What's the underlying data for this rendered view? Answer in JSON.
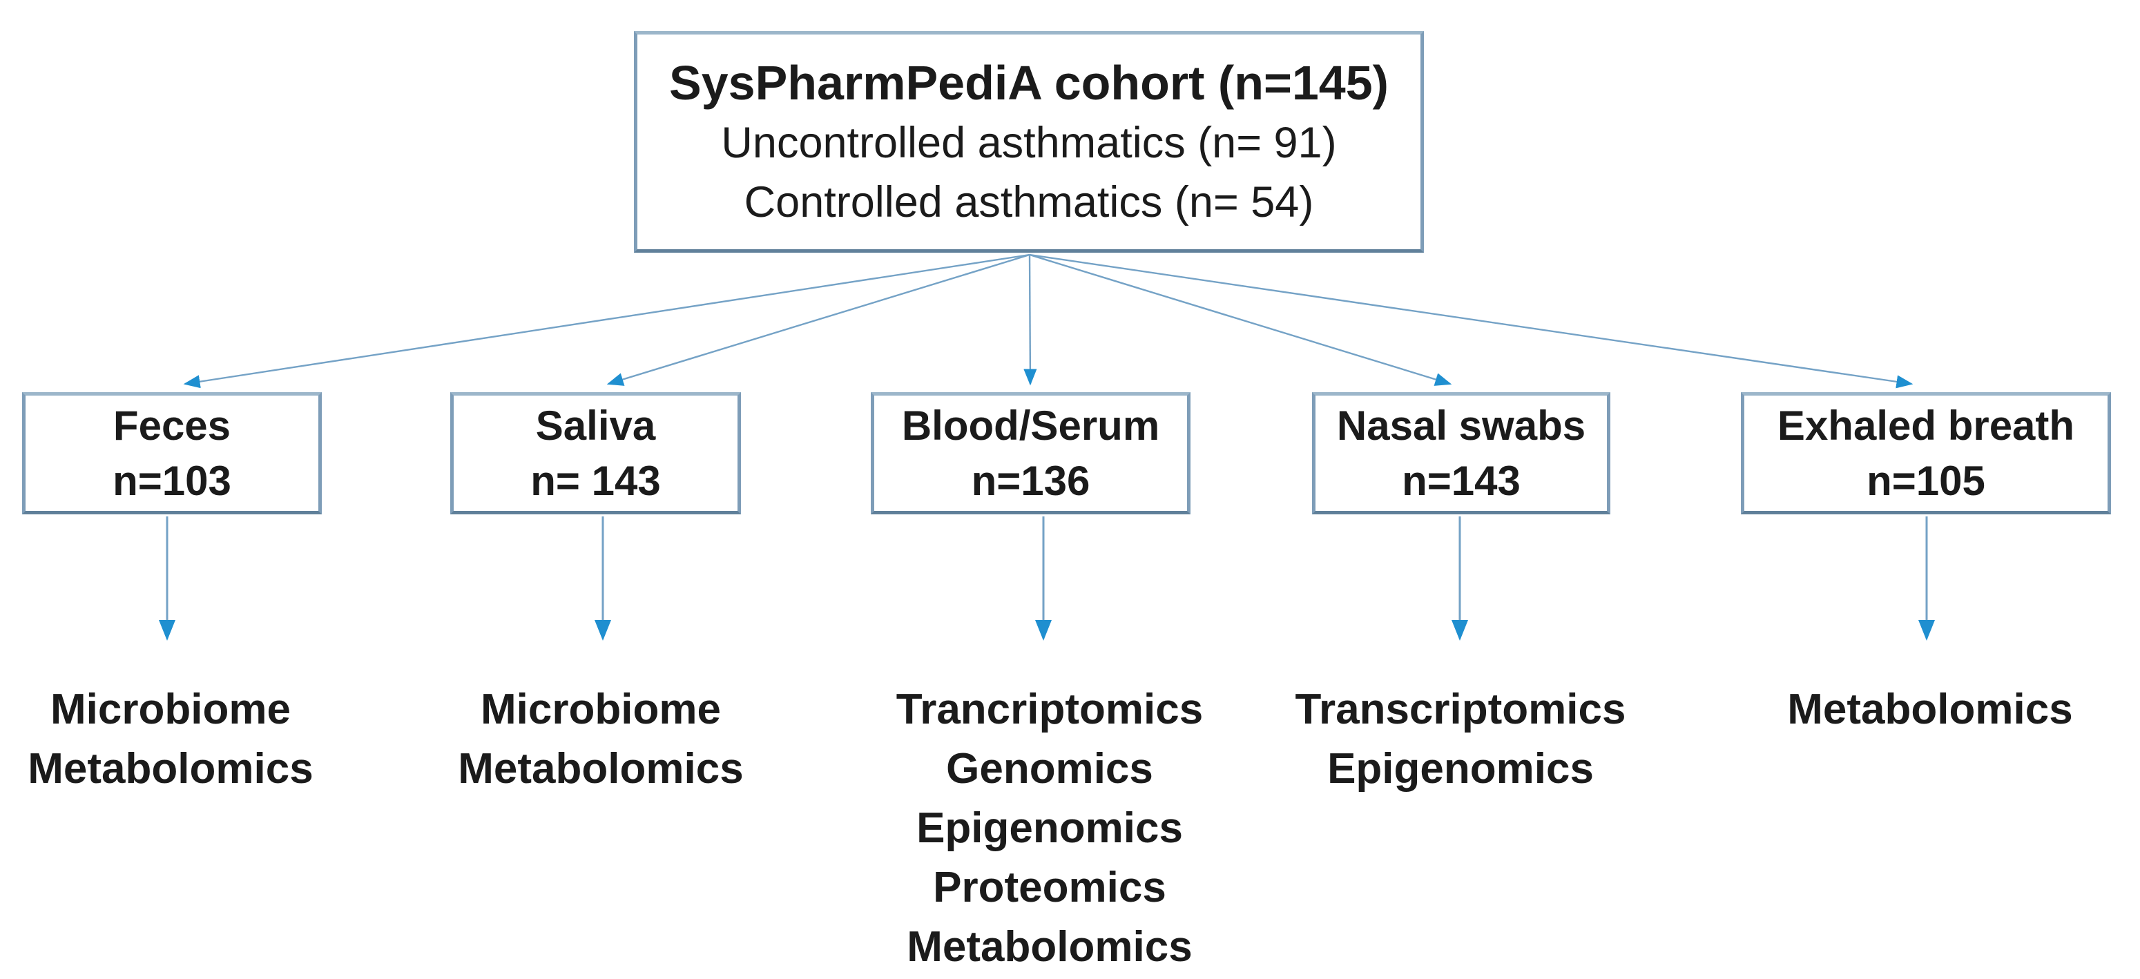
{
  "root": {
    "title": "SysPharmPediA cohort (n=145)",
    "subtitle1": "Uncontrolled asthmatics (n= 91)",
    "subtitle2": "Controlled asthmatics (n= 54)"
  },
  "branches": [
    {
      "label": "Feces",
      "count": "n=103",
      "omics": [
        "Microbiome",
        "Metabolomics"
      ]
    },
    {
      "label": "Saliva",
      "count": "n= 143",
      "omics": [
        "Microbiome",
        "Metabolomics"
      ]
    },
    {
      "label": "Blood/Serum",
      "count": "n=136",
      "omics": [
        "Trancriptomics",
        "Genomics",
        "Epigenomics",
        "Proteomics",
        "Metabolomics"
      ]
    },
    {
      "label": "Nasal swabs",
      "count": "n=143",
      "omics": [
        "Transcriptomics",
        "Epigenomics"
      ]
    },
    {
      "label": "Exhaled breath",
      "count": "n=105",
      "omics": [
        "Metabolomics"
      ]
    }
  ],
  "colors": {
    "box_border": "#7e9db8",
    "arrow_line": "#74a2c6",
    "arrow_head": "#1f8fd0",
    "text": "#1b1b1b",
    "background": "#ffffff"
  }
}
